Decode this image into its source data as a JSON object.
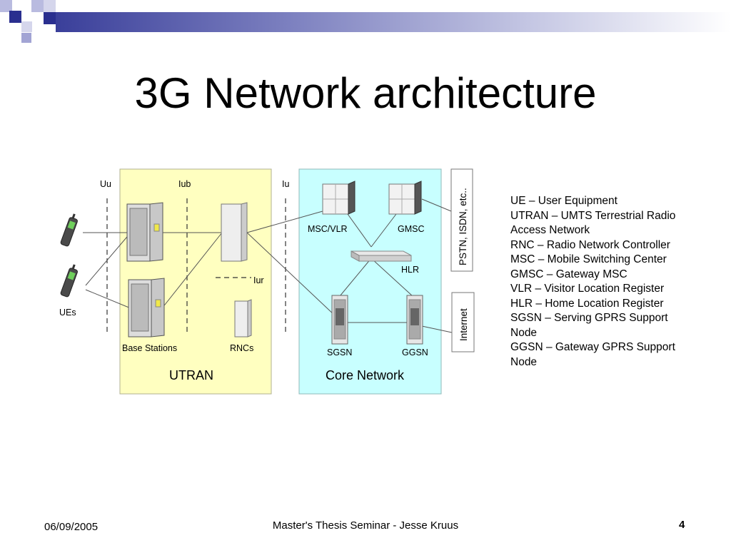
{
  "slide": {
    "title": "3G Network architecture"
  },
  "diagram": {
    "interfaces": {
      "uu": "Uu",
      "iub": "Iub",
      "iu": "Iu",
      "iur": "Iur"
    },
    "ues_label": "UEs",
    "base_stations_label": "Base Stations",
    "rncs_label": "RNCs",
    "utran_label": "UTRAN",
    "core_network_label": "Core Network",
    "msc_vlr_label": "MSC/VLR",
    "gmsc_label": "GMSC",
    "hlr_label": "HLR",
    "sgsn_label": "SGSN",
    "ggsn_label": "GGSN",
    "pstn_label": "PSTN, ISDN, etc..",
    "internet_label": "Internet",
    "colors": {
      "utran_fill": "#ffffc0",
      "core_fill": "#c8ffff"
    }
  },
  "legend": [
    "UE – User Equipment",
    "UTRAN – UMTS Terrestrial Radio",
    "Access Network",
    "RNC – Radio Network Controller",
    "MSC – Mobile Switching Center",
    "GMSC – Gateway MSC",
    "VLR – Visitor Location Register",
    "HLR – Home Location Register",
    "SGSN – Serving GPRS Support",
    "Node",
    "GGSN – Gateway GPRS Support",
    "Node"
  ],
  "footer": {
    "date": "06/09/2005",
    "center": "Master's Thesis Seminar - Jesse Kruus",
    "page": "4"
  }
}
